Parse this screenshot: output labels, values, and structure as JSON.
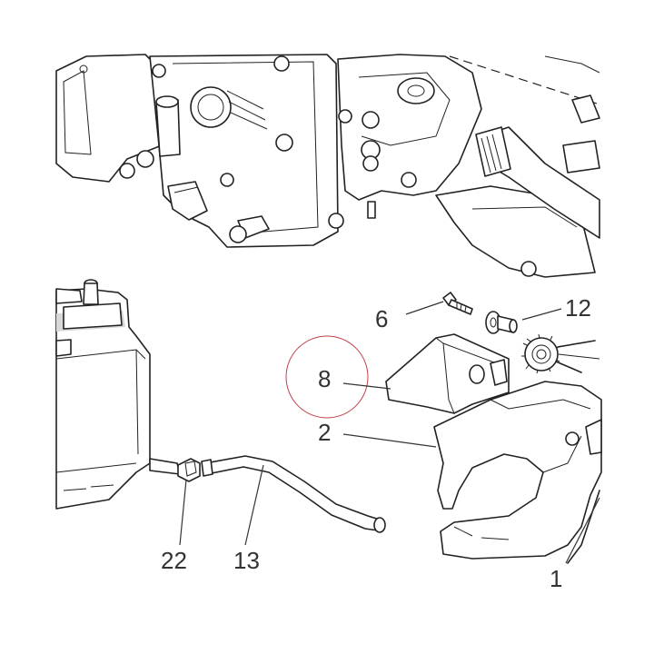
{
  "callouts": {
    "c6": "6",
    "c12": "12",
    "c8": "8",
    "c2": "2",
    "c22": "22",
    "c13": "13",
    "c1": "1"
  },
  "highlight_color": "#c0404a"
}
